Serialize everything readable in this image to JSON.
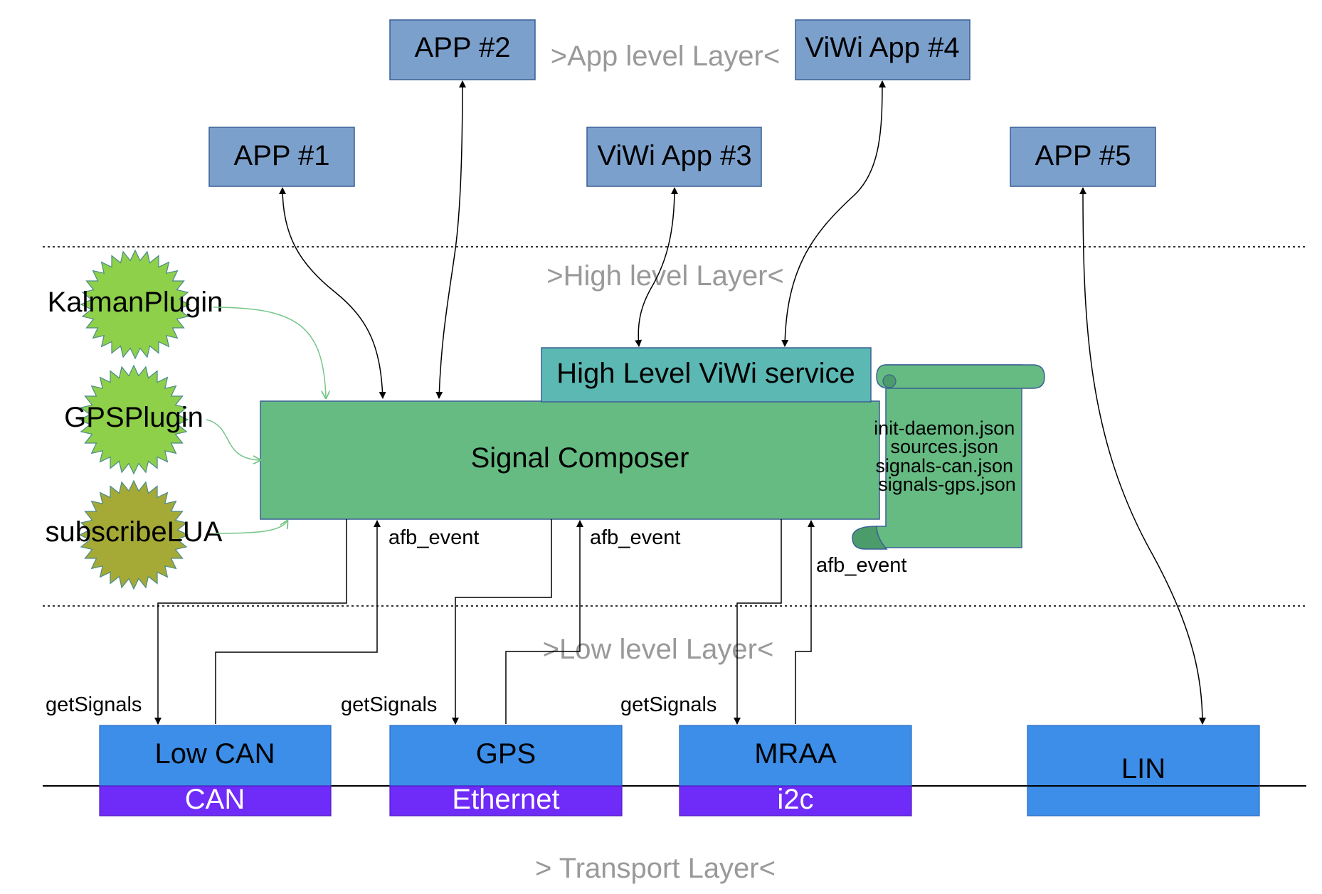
{
  "layers": {
    "app": ">App level Layer<",
    "high": ">High level Layer<",
    "low": ">Low level Layer<",
    "transport": "> Transport Layer<"
  },
  "apps": {
    "app1": "APP #1",
    "app2": "APP #2",
    "app3": "ViWi App #3",
    "app4": "ViWi App #4",
    "app5": "APP #5"
  },
  "plugins": {
    "kalman": "KalmanPlugin",
    "gps": "GPSPlugin",
    "lua": "subscribeLUA"
  },
  "viwi_service": "High Level ViWi service",
  "signal_composer": "Signal Composer",
  "config_files": [
    "init-daemon.json",
    "sources.json",
    "signals-can.json",
    "signals-gps.json"
  ],
  "event_label": "afb_event",
  "get_signals_label": "getSignals",
  "low_level": {
    "can": "Low CAN",
    "gps": "GPS",
    "mraa": "MRAA",
    "lin": "LIN"
  },
  "transport": {
    "can": "CAN",
    "ethernet": "Ethernet",
    "i2c": "i2c"
  },
  "colors": {
    "app_box": "#7ba0cc",
    "app_border": "#3a5f95",
    "viwi_service": "#5bb8b3",
    "signal_composer": "#66bb83",
    "plugin_green": "#8fd04a",
    "plugin_olive": "#a5aa37",
    "low_level_box": "#3c8ee8",
    "transport_box": "#6f2bf8",
    "layer_label": "#999999"
  }
}
